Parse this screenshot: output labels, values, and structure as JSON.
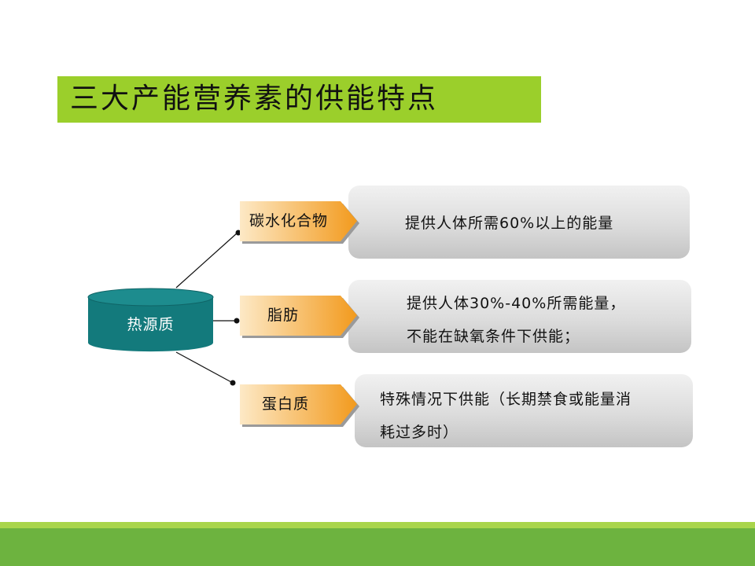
{
  "title": "三大产能营养素的供能特点",
  "source": "热源质",
  "nutrients": [
    {
      "name": "碳水化合物",
      "lines": [
        "提供人体所需60%以上的能量"
      ]
    },
    {
      "name": "脂肪",
      "lines": [
        "提供人体30%-40%所需能量，",
        "不能在缺氧条件下供能；"
      ]
    },
    {
      "name": "蛋白质",
      "lines": [
        "特殊情况下供能（长期禁食或能量消",
        "耗过多时）"
      ]
    }
  ],
  "colors": {
    "title_bg": "#9bcf2b",
    "cylinder": "#137a7c",
    "tag_gradient_start": "#fde9c6",
    "tag_gradient_end": "#f29a1d",
    "footer": "#6db33f"
  }
}
